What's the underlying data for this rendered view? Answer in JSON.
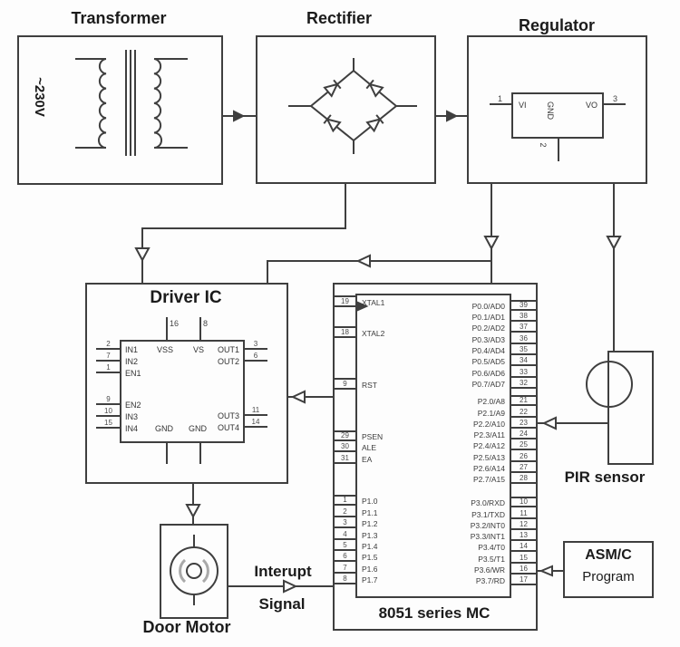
{
  "colors": {
    "line": "#3f3f3f",
    "text": "#1b1b1b",
    "motor_arc": "#a9a9a9"
  },
  "power": {
    "transformer": {
      "title": "Transformer",
      "voltage": "~230V"
    },
    "rectifier": {
      "title": "Rectifier"
    },
    "regulator": {
      "title": "Regulator",
      "vi": "VI",
      "vo": "VO",
      "gnd": "GND",
      "pin1": "1",
      "pin2": "2",
      "pin3": "3"
    }
  },
  "driver": {
    "title": "Driver IC",
    "top_pins": [
      {
        "num": "16",
        "label": "VSS"
      },
      {
        "num": "8",
        "label": "VS"
      }
    ],
    "left_top": [
      {
        "num": "2",
        "label": "IN1"
      },
      {
        "num": "7",
        "label": "IN2"
      },
      {
        "num": "1",
        "label": "EN1"
      }
    ],
    "left_bottom": [
      {
        "num": "9",
        "label": "EN2"
      },
      {
        "num": "10",
        "label": "IN3"
      },
      {
        "num": "15",
        "label": "IN4"
      }
    ],
    "right_top": [
      {
        "num": "3",
        "label": "OUT1"
      },
      {
        "num": "6",
        "label": "OUT2"
      }
    ],
    "right_bottom": [
      {
        "num": "11",
        "label": "OUT3"
      },
      {
        "num": "14",
        "label": "OUT4"
      }
    ],
    "gnd1": "GND",
    "gnd2": "GND"
  },
  "mcu": {
    "title": "8051 series MC",
    "left_groups": [
      {
        "pins": [
          {
            "num": "19",
            "label": "XTAL1"
          }
        ]
      },
      {
        "pins": [
          {
            "num": "18",
            "label": "XTAL2"
          }
        ]
      },
      {
        "pins": [
          {
            "num": "9",
            "label": "RST"
          }
        ]
      },
      {
        "pins": [
          {
            "num": "29",
            "label": "PSEN"
          },
          {
            "num": "30",
            "label": "ALE"
          },
          {
            "num": "31",
            "label": "EA"
          }
        ]
      },
      {
        "pins": [
          {
            "num": "1",
            "label": "P1.0"
          },
          {
            "num": "2",
            "label": "P1.1"
          },
          {
            "num": "3",
            "label": "P1.2"
          },
          {
            "num": "4",
            "label": "P1.3"
          },
          {
            "num": "5",
            "label": "P1.4"
          },
          {
            "num": "6",
            "label": "P1.5"
          },
          {
            "num": "7",
            "label": "P1.6"
          },
          {
            "num": "8",
            "label": "P1.7"
          }
        ]
      }
    ],
    "right_groups": [
      {
        "pins": [
          {
            "num": "39",
            "label": "P0.0/AD0"
          },
          {
            "num": "38",
            "label": "P0.1/AD1"
          },
          {
            "num": "37",
            "label": "P0.2/AD2"
          },
          {
            "num": "36",
            "label": "P0.3/AD3"
          },
          {
            "num": "35",
            "label": "P0.4/AD4"
          },
          {
            "num": "34",
            "label": "P0.5/AD5"
          },
          {
            "num": "33",
            "label": "P0.6/AD6"
          },
          {
            "num": "32",
            "label": "P0.7/AD7"
          }
        ]
      },
      {
        "pins": [
          {
            "num": "21",
            "label": "P2.0/A8"
          },
          {
            "num": "22",
            "label": "P2.1/A9"
          },
          {
            "num": "23",
            "label": "P2.2/A10"
          },
          {
            "num": "24",
            "label": "P2.3/A11"
          },
          {
            "num": "25",
            "label": "P2.4/A12"
          },
          {
            "num": "26",
            "label": "P2.5/A13"
          },
          {
            "num": "27",
            "label": "P2.6/A14"
          },
          {
            "num": "28",
            "label": "P2.7/A15"
          }
        ]
      },
      {
        "pins": [
          {
            "num": "10",
            "label": "P3.0/RXD"
          },
          {
            "num": "11",
            "label": "P3.1/TXD"
          },
          {
            "num": "12",
            "label": "P3.2/INT0"
          },
          {
            "num": "13",
            "label": "P3.3/INT1"
          },
          {
            "num": "14",
            "label": "P3.4/T0"
          },
          {
            "num": "15",
            "label": "P3.5/T1"
          },
          {
            "num": "16",
            "label": "P3.6/WR"
          },
          {
            "num": "17",
            "label": "P3.7/RD"
          }
        ]
      }
    ]
  },
  "pir": {
    "label": "PIR sensor"
  },
  "motor": {
    "label": "Door Motor"
  },
  "interrupt": {
    "line1": "Interupt",
    "line2": "Signal"
  },
  "program": {
    "line1": "ASM/C",
    "line2": "Program"
  }
}
